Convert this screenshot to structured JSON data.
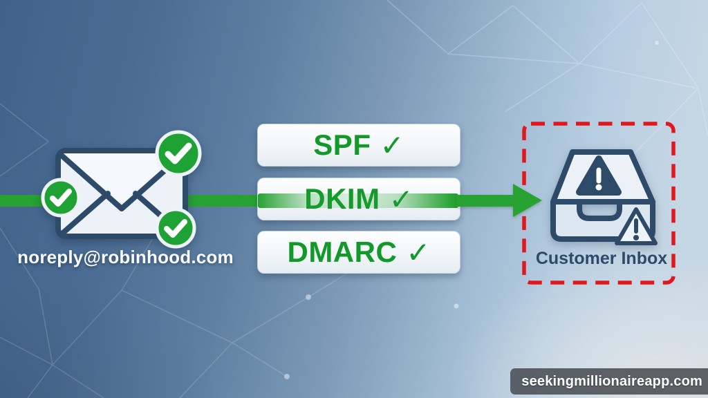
{
  "sender": {
    "email": "noreply@robinhood.com",
    "icon": "envelope-icon",
    "badges": [
      "checkmark",
      "checkmark",
      "checkmark"
    ]
  },
  "auth_checks": [
    {
      "label": "SPF",
      "status_glyph": "✓"
    },
    {
      "label": "DKIM",
      "status_glyph": "✓"
    },
    {
      "label": "DMARC",
      "status_glyph": "✓"
    }
  ],
  "destination": {
    "label": "Customer Inbox",
    "icon": "inbox-warning-icon"
  },
  "watermark": {
    "text": "seekingmillionaireapp.com"
  },
  "colors": {
    "flow_green": "#27a233",
    "badge_green": "#1ea233",
    "check_text_green": "#12992a",
    "icon_navy": "#2d4b69",
    "alert_red": "#e0181e",
    "bg_dark_blue": "#40628a",
    "bg_light_blue": "#c9d7e3"
  }
}
